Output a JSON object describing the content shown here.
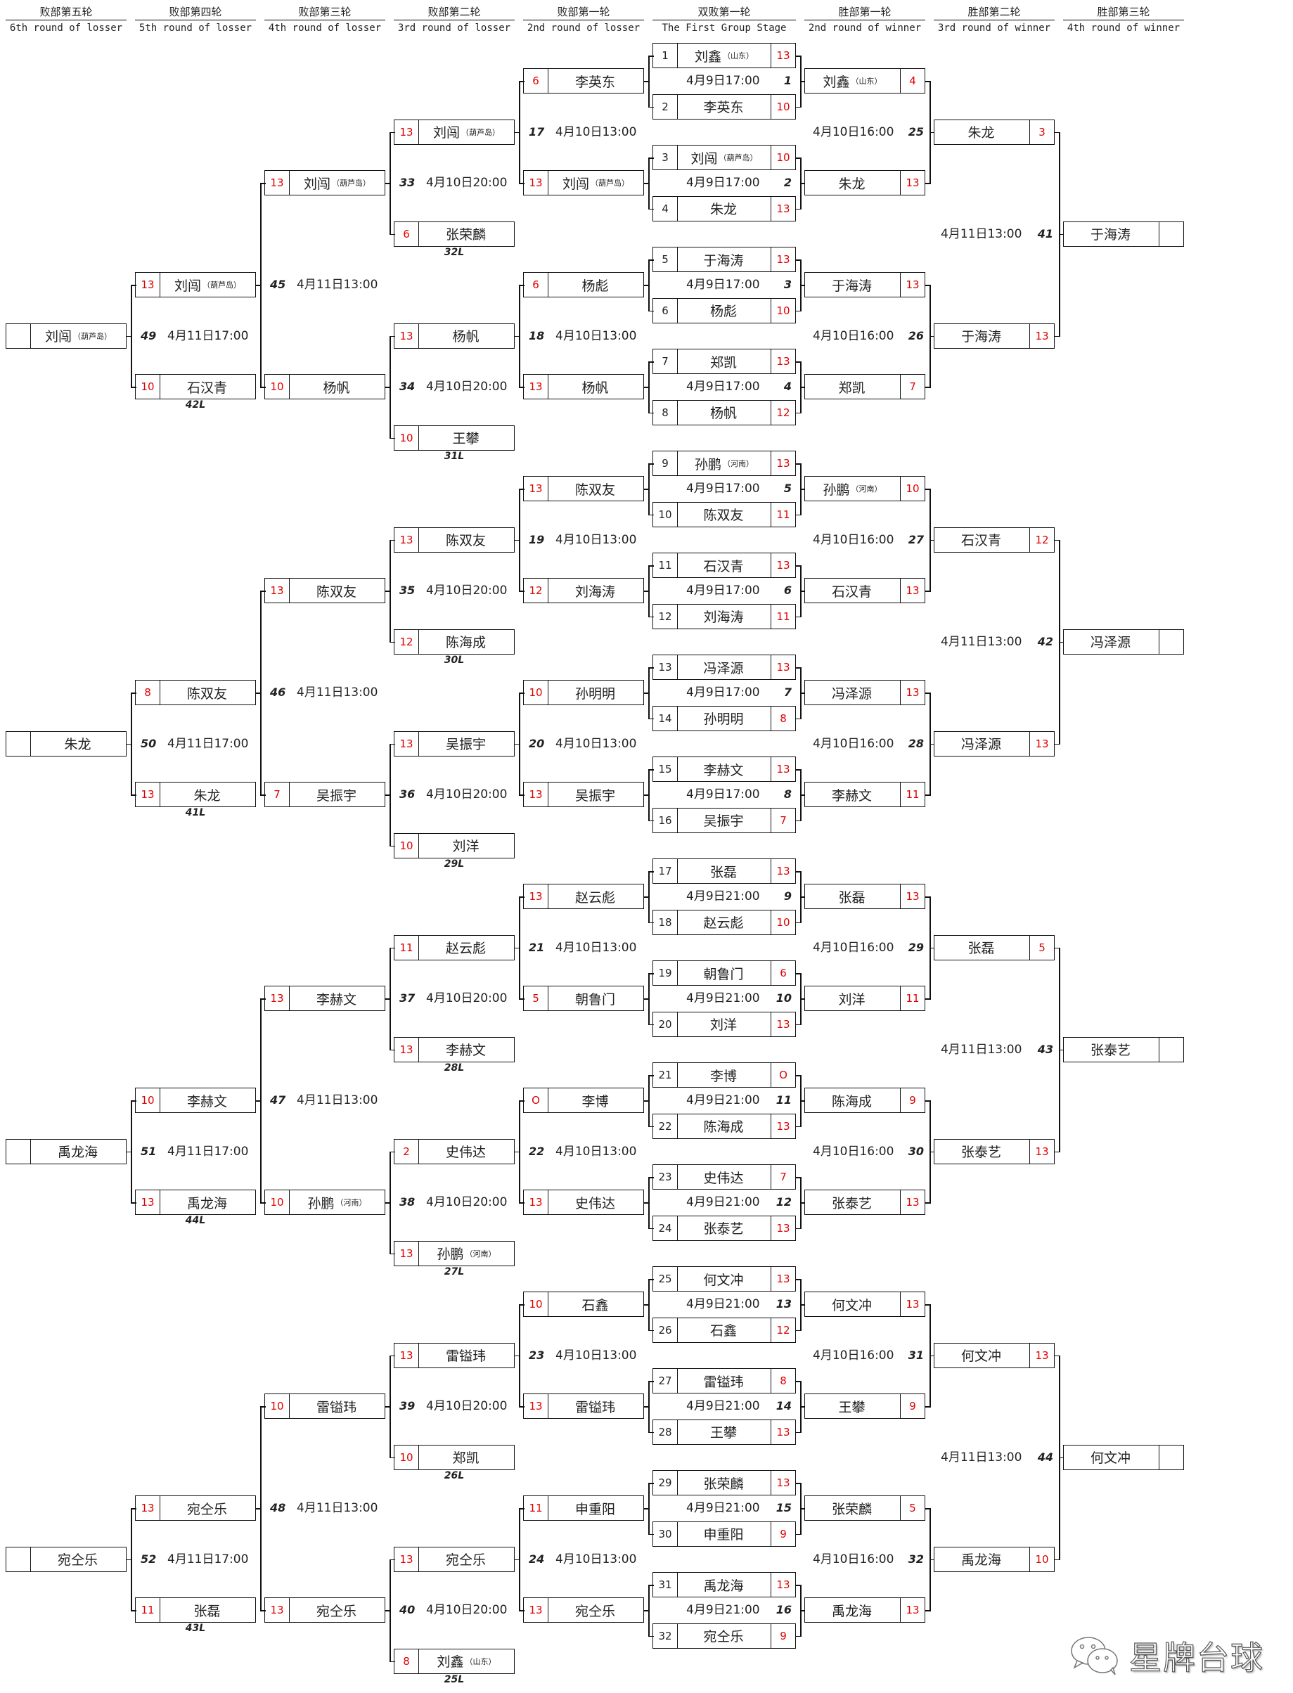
{
  "headers": [
    {
      "cn": "败部第五轮",
      "en": "6th round of losser"
    },
    {
      "cn": "败部第四轮",
      "en": "5th round of losser"
    },
    {
      "cn": "败部第三轮",
      "en": "4th round of losser"
    },
    {
      "cn": "败部第二轮",
      "en": "3rd round of losser"
    },
    {
      "cn": "败部第一轮",
      "en": "2nd round of losser"
    },
    {
      "cn": "双败第一轮",
      "en": "The First Group Stage"
    },
    {
      "cn": "胜部第一轮",
      "en": "2nd round of winner"
    },
    {
      "cn": "胜部第二轮",
      "en": "3rd round of winner"
    },
    {
      "cn": "胜部第三轮",
      "en": "4th round of winner"
    }
  ],
  "round1": [
    {
      "no": "1",
      "time": "4月9日17:00",
      "a": {
        "seed": "1",
        "name": "刘鑫",
        "note": "（山东）",
        "score": "13"
      },
      "b": {
        "seed": "2",
        "name": "李英东",
        "score": "10"
      }
    },
    {
      "no": "2",
      "time": "4月9日17:00",
      "a": {
        "seed": "3",
        "name": "刘闯",
        "note": "（葫芦岛）",
        "score": "10"
      },
      "b": {
        "seed": "4",
        "name": "朱龙",
        "score": "13"
      }
    },
    {
      "no": "3",
      "time": "4月9日17:00",
      "a": {
        "seed": "5",
        "name": "于海涛",
        "score": "13"
      },
      "b": {
        "seed": "6",
        "name": "杨彪",
        "score": "10"
      }
    },
    {
      "no": "4",
      "time": "4月9日17:00",
      "a": {
        "seed": "7",
        "name": "郑凯",
        "score": "13"
      },
      "b": {
        "seed": "8",
        "name": "杨帆",
        "score": "12"
      }
    },
    {
      "no": "5",
      "time": "4月9日17:00",
      "a": {
        "seed": "9",
        "name": "孙鹏",
        "note": "（河南）",
        "score": "13"
      },
      "b": {
        "seed": "10",
        "name": "陈双友",
        "score": "11"
      }
    },
    {
      "no": "6",
      "time": "4月9日17:00",
      "a": {
        "seed": "11",
        "name": "石汉青",
        "score": "13"
      },
      "b": {
        "seed": "12",
        "name": "刘海涛",
        "score": "11"
      }
    },
    {
      "no": "7",
      "time": "4月9日17:00",
      "a": {
        "seed": "13",
        "name": "冯泽源",
        "score": "13"
      },
      "b": {
        "seed": "14",
        "name": "孙明明",
        "score": "8"
      }
    },
    {
      "no": "8",
      "time": "4月9日17:00",
      "a": {
        "seed": "15",
        "name": "李赫文",
        "score": "13"
      },
      "b": {
        "seed": "16",
        "name": "吴振宇",
        "score": "7"
      }
    },
    {
      "no": "9",
      "time": "4月9日21:00",
      "a": {
        "seed": "17",
        "name": "张磊",
        "score": "13"
      },
      "b": {
        "seed": "18",
        "name": "赵云彪",
        "score": "10"
      }
    },
    {
      "no": "10",
      "time": "4月9日21:00",
      "a": {
        "seed": "19",
        "name": "朝鲁门",
        "score": "6"
      },
      "b": {
        "seed": "20",
        "name": "刘洋",
        "score": "13"
      }
    },
    {
      "no": "11",
      "time": "4月9日21:00",
      "a": {
        "seed": "21",
        "name": "李博",
        "score": "O"
      },
      "b": {
        "seed": "22",
        "name": "陈海成",
        "score": "13"
      }
    },
    {
      "no": "12",
      "time": "4月9日21:00",
      "a": {
        "seed": "23",
        "name": "史伟达",
        "score": "7"
      },
      "b": {
        "seed": "24",
        "name": "张泰艺",
        "score": "13"
      }
    },
    {
      "no": "13",
      "time": "4月9日21:00",
      "a": {
        "seed": "25",
        "name": "何文冲",
        "score": "13"
      },
      "b": {
        "seed": "26",
        "name": "石鑫",
        "score": "12"
      }
    },
    {
      "no": "14",
      "time": "4月9日21:00",
      "a": {
        "seed": "27",
        "name": "雷镒玮",
        "score": "8"
      },
      "b": {
        "seed": "28",
        "name": "王攀",
        "score": "13"
      }
    },
    {
      "no": "15",
      "time": "4月9日21:00",
      "a": {
        "seed": "29",
        "name": "张荣麟",
        "score": "13"
      },
      "b": {
        "seed": "30",
        "name": "申重阳",
        "score": "9"
      }
    },
    {
      "no": "16",
      "time": "4月9日21:00",
      "a": {
        "seed": "31",
        "name": "禹龙海",
        "score": "13"
      },
      "b": {
        "seed": "32",
        "name": "宛仝乐",
        "score": "9"
      }
    }
  ],
  "winners2": [
    {
      "no": "25",
      "time": "4月10日16:00",
      "a": {
        "name": "刘鑫",
        "note": "（山东）",
        "score": "4"
      },
      "b": {
        "name": "朱龙",
        "score": "13"
      }
    },
    {
      "no": "26",
      "time": "4月10日16:00",
      "a": {
        "name": "于海涛",
        "score": "13"
      },
      "b": {
        "name": "郑凯",
        "score": "7"
      }
    },
    {
      "no": "27",
      "time": "4月10日16:00",
      "a": {
        "name": "孙鹏",
        "note": "（河南）",
        "score": "10"
      },
      "b": {
        "name": "石汉青",
        "score": "13"
      }
    },
    {
      "no": "28",
      "time": "4月10日16:00",
      "a": {
        "name": "冯泽源",
        "score": "13"
      },
      "b": {
        "name": "李赫文",
        "score": "11"
      }
    },
    {
      "no": "29",
      "time": "4月10日16:00",
      "a": {
        "name": "张磊",
        "score": "13"
      },
      "b": {
        "name": "刘洋",
        "score": "11"
      }
    },
    {
      "no": "30",
      "time": "4月10日16:00",
      "a": {
        "name": "陈海成",
        "score": "9"
      },
      "b": {
        "name": "张泰艺",
        "score": "13"
      }
    },
    {
      "no": "31",
      "time": "4月10日16:00",
      "a": {
        "name": "何文冲",
        "score": "13"
      },
      "b": {
        "name": "王攀",
        "score": "9"
      }
    },
    {
      "no": "32",
      "time": "4月10日16:00",
      "a": {
        "name": "张荣麟",
        "score": "5"
      },
      "b": {
        "name": "禹龙海",
        "score": "13"
      }
    }
  ],
  "winners3": [
    {
      "no": "41",
      "time": "4月11日13:00",
      "a": {
        "name": "朱龙",
        "score": "3"
      },
      "b": {
        "name": "于海涛",
        "score": "13"
      }
    },
    {
      "no": "42",
      "time": "4月11日13:00",
      "a": {
        "name": "石汉青",
        "score": "12"
      },
      "b": {
        "name": "冯泽源",
        "score": "13"
      }
    },
    {
      "no": "43",
      "time": "4月11日13:00",
      "a": {
        "name": "张磊",
        "score": "5"
      },
      "b": {
        "name": "张泰艺",
        "score": "13"
      }
    },
    {
      "no": "44",
      "time": "4月11日13:00",
      "a": {
        "name": "何文冲",
        "score": "13"
      },
      "b": {
        "name": "禹龙海",
        "score": "10"
      }
    }
  ],
  "winners4": [
    {
      "name": "于海涛"
    },
    {
      "name": "冯泽源"
    },
    {
      "name": "张泰艺"
    },
    {
      "name": "何文冲"
    }
  ],
  "losers1": [
    {
      "no": "17",
      "time": "4月10日13:00",
      "a": {
        "name": "李英东",
        "score": "6"
      },
      "b": {
        "name": "刘闯",
        "note": "（葫芦岛）",
        "score": "13"
      }
    },
    {
      "no": "18",
      "time": "4月10日13:00",
      "a": {
        "name": "杨彪",
        "score": "6"
      },
      "b": {
        "name": "杨帆",
        "score": "13"
      }
    },
    {
      "no": "19",
      "time": "4月10日13:00",
      "a": {
        "name": "陈双友",
        "score": "13"
      },
      "b": {
        "name": "刘海涛",
        "score": "12"
      }
    },
    {
      "no": "20",
      "time": "4月10日13:00",
      "a": {
        "name": "孙明明",
        "score": "10"
      },
      "b": {
        "name": "吴振宇",
        "score": "13"
      }
    },
    {
      "no": "21",
      "time": "4月10日13:00",
      "a": {
        "name": "赵云彪",
        "score": "13"
      },
      "b": {
        "name": "朝鲁门",
        "score": "5"
      }
    },
    {
      "no": "22",
      "time": "4月10日13:00",
      "a": {
        "name": "李博",
        "score": "O"
      },
      "b": {
        "name": "史伟达",
        "score": "13"
      }
    },
    {
      "no": "23",
      "time": "4月10日13:00",
      "a": {
        "name": "石鑫",
        "score": "10"
      },
      "b": {
        "name": "雷镒玮",
        "score": "13"
      }
    },
    {
      "no": "24",
      "time": "4月10日13:00",
      "a": {
        "name": "申重阳",
        "score": "11"
      },
      "b": {
        "name": "宛仝乐",
        "score": "13"
      }
    }
  ],
  "losers2": [
    {
      "no": "33",
      "time": "4月10日20:00",
      "from": "32L",
      "a": {
        "name": "刘闯",
        "note": "（葫芦岛）",
        "score": "13"
      },
      "b": {
        "name": "张荣麟",
        "score": "6"
      }
    },
    {
      "no": "34",
      "time": "4月10日20:00",
      "from": "31L",
      "a": {
        "name": "杨帆",
        "score": "13"
      },
      "b": {
        "name": "王攀",
        "score": "10"
      }
    },
    {
      "no": "35",
      "time": "4月10日20:00",
      "from": "30L",
      "a": {
        "name": "陈双友",
        "score": "13"
      },
      "b": {
        "name": "陈海成",
        "score": "12"
      }
    },
    {
      "no": "36",
      "time": "4月10日20:00",
      "from": "29L",
      "a": {
        "name": "吴振宇",
        "score": "13"
      },
      "b": {
        "name": "刘洋",
        "score": "10"
      }
    },
    {
      "no": "37",
      "time": "4月10日20:00",
      "from": "28L",
      "a": {
        "name": "赵云彪",
        "score": "11"
      },
      "b": {
        "name": "李赫文",
        "score": "13"
      }
    },
    {
      "no": "38",
      "time": "4月10日20:00",
      "from": "27L",
      "a": {
        "name": "史伟达",
        "score": "2"
      },
      "b": {
        "name": "孙鹏",
        "note": "（河南）",
        "score": "13"
      }
    },
    {
      "no": "39",
      "time": "4月10日20:00",
      "from": "26L",
      "a": {
        "name": "雷镒玮",
        "score": "13"
      },
      "b": {
        "name": "郑凯",
        "score": "10"
      }
    },
    {
      "no": "40",
      "time": "4月10日20:00",
      "from": "25L",
      "a": {
        "name": "宛仝乐",
        "score": "13"
      },
      "b": {
        "name": "刘鑫",
        "note": "（山东）",
        "score": "8"
      }
    }
  ],
  "losers3": [
    {
      "no": "45",
      "time": "4月11日13:00",
      "a": {
        "name": "刘闯",
        "note": "（葫芦岛）",
        "score": "13"
      },
      "b": {
        "name": "杨帆",
        "score": "10"
      }
    },
    {
      "no": "46",
      "time": "4月11日13:00",
      "a": {
        "name": "陈双友",
        "score": "13"
      },
      "b": {
        "name": "吴振宇",
        "score": "7"
      }
    },
    {
      "no": "47",
      "time": "4月11日13:00",
      "a": {
        "name": "李赫文",
        "score": "13"
      },
      "b": {
        "name": "孙鹏",
        "note": "（河南）",
        "score": "10"
      }
    },
    {
      "no": "48",
      "time": "4月11日13:00",
      "a": {
        "name": "雷镒玮",
        "score": "10"
      },
      "b": {
        "name": "宛仝乐",
        "score": "13"
      }
    }
  ],
  "losers4": [
    {
      "no": "49",
      "time": "4月11日17:00",
      "from": "42L",
      "a": {
        "name": "刘闯",
        "note": "（葫芦岛）",
        "score": "13"
      },
      "b": {
        "name": "石汉青",
        "score": "10"
      }
    },
    {
      "no": "50",
      "time": "4月11日17:00",
      "from": "41L",
      "a": {
        "name": "陈双友",
        "score": "8"
      },
      "b": {
        "name": "朱龙",
        "score": "13"
      }
    },
    {
      "no": "51",
      "time": "4月11日17:00",
      "from": "44L",
      "a": {
        "name": "李赫文",
        "score": "10"
      },
      "b": {
        "name": "禹龙海",
        "score": "13"
      }
    },
    {
      "no": "52",
      "time": "4月11日17:00",
      "from": "43L",
      "a": {
        "name": "宛仝乐",
        "score": "13"
      },
      "b": {
        "name": "张磊",
        "score": "11"
      }
    }
  ],
  "losers5": [
    {
      "name": "刘闯",
      "note": "（葫芦岛）"
    },
    {
      "name": "朱龙"
    },
    {
      "name": "禹龙海"
    },
    {
      "name": "宛仝乐"
    }
  ],
  "watermark": "星牌台球",
  "colors": {
    "score": "#e00000",
    "line": "#111111"
  }
}
